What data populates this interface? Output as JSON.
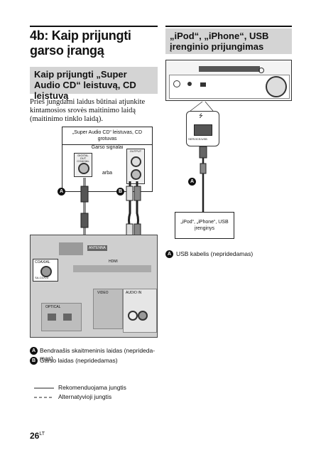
{
  "left_column": {
    "title": "4b: Kaip prijungti garso įrangą",
    "section_title": "Kaip prijungti „Super Audio CD“ leistuvą, CD leistuvą",
    "intro_text": "Prieš jungdami laidus būtinai atjunkite kintamosios srovės maitinimo laidą (maitinimo tinklo laidą).",
    "player_label": "„Super Audio CD“ leistuvas, CD grotuvas",
    "audio_signals_label": "Garso signalai",
    "or_label": "arba",
    "port_digital_out_label": "DIGITAL OUT COAXIAL",
    "port_output_label": "OUTPUT",
    "port_audio_label": "AUDIO",
    "receiver_antenna_label": "ANTENNA",
    "receiver_hdmi_label": "HDMI",
    "receiver_coaxial_label": "COAXIAL",
    "receiver_sacd_cd_label": "SA-CD/CD",
    "receiver_optical_label": "OPTICAL",
    "receiver_video_label": "VIDEO",
    "receiver_audio_in_label": "AUDIO IN",
    "marker_a": "A",
    "marker_b": "B",
    "legend_a": "Bendraašis skaitmeninis laidas (neprideda­mas)",
    "legend_b": "Garso laidas (nepridedamas)",
    "line_recommended": "Rekomenduojama jungtis",
    "line_alternative": "Alternatyvioji jungtis",
    "page_number": "26",
    "page_suffix": "LT"
  },
  "right_column": {
    "section_title": "„iPod“, „iPhone“, USB įrenginio prijungimas",
    "usb_symbol": "⭍",
    "usb_port_label": "SERVICE/USB",
    "device_label": "„iPod“, „iPhone“, USB įrenginys",
    "marker_a": "A",
    "legend_a": "USB kabelis (nepridedamas)"
  }
}
